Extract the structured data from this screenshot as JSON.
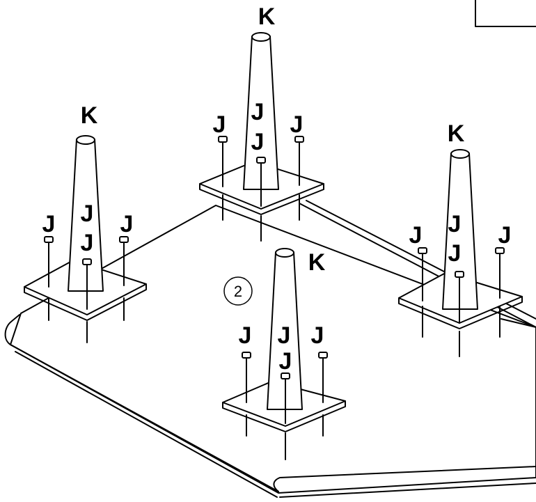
{
  "figure": {
    "step_number": "2",
    "leg_part_label": "K",
    "bolt_part_label": "J",
    "line_color": "#000000",
    "background_color": "#ffffff"
  }
}
